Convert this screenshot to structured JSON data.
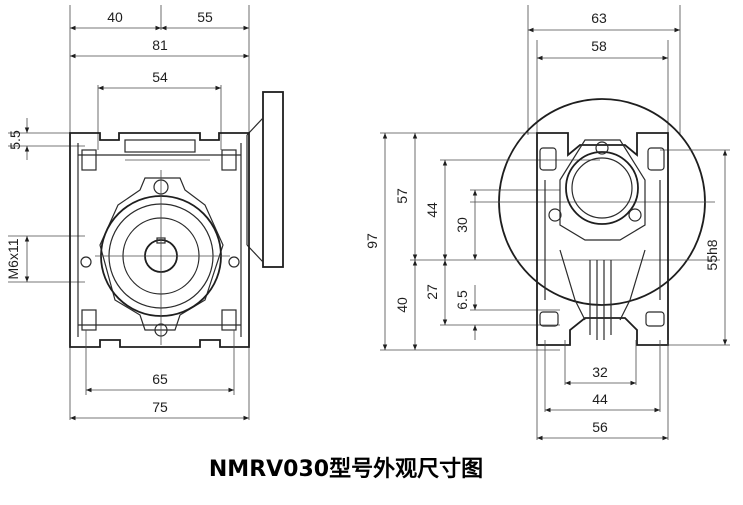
{
  "caption": "NMRV030型号外观尺寸图",
  "front_view": {
    "top_left": "40",
    "top_right": "55",
    "overall_width": "81",
    "hole_spacing": "54",
    "top_offset": "5.5",
    "thread": "M6x11",
    "bottom_inner": "65",
    "bottom_outer": "75"
  },
  "side_view": {
    "flange_outer": "63",
    "flange_inner": "58",
    "total_height": "97",
    "upper_height": "57",
    "upper_mid": "44",
    "upper_inner": "30",
    "lower_mid": "27",
    "lower_height": "40",
    "lower_small": "6.5",
    "flange_pilot": "55h8",
    "bottom_inner": "32",
    "bottom_mid": "44",
    "bottom_outer": "56"
  }
}
